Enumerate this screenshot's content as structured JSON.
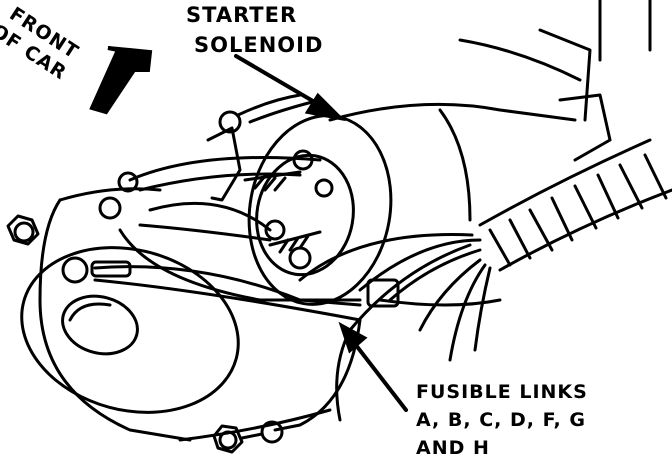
{
  "labels": {
    "front_of_car": {
      "line1": "FRONT",
      "line2": "OF CAR"
    },
    "starter_solenoid": {
      "line1": "STARTER",
      "line2": "SOLENOID"
    },
    "fusible_links": {
      "line1": "FUSIBLE LINKS",
      "line2": "A, B, C, D, F, G",
      "line3": "AND H"
    }
  },
  "colors": {
    "ink": "#000000",
    "paper": "#ffffff"
  }
}
